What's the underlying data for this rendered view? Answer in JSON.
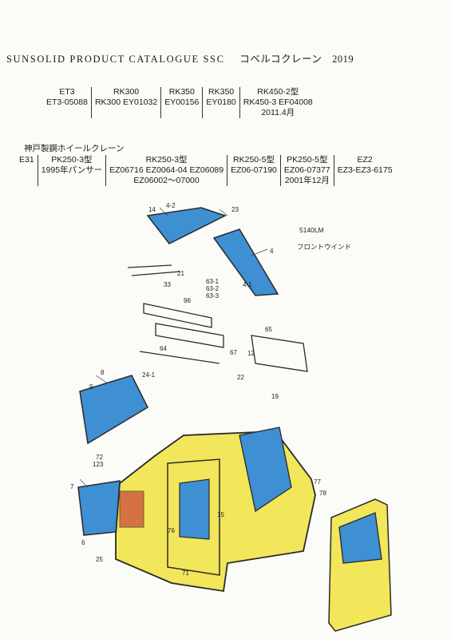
{
  "header": {
    "title": "SUNSOLID PRODUCT CATALOGUE SSC",
    "brand_jp": "コベルコクレーン",
    "year": "2019"
  },
  "table1": [
    {
      "l1": "ET3",
      "l2": "ET3-05088",
      "l3": ""
    },
    {
      "l1": "RK300",
      "l2": "RK300 EY01032",
      "l3": ""
    },
    {
      "l1": "RK350",
      "l2": "EY00156",
      "l3": ""
    },
    {
      "l1": "RK350",
      "l2": "EY0180",
      "l3": ""
    },
    {
      "l1": "RK450-2型",
      "l2": "RK450-3 EF04008",
      "l3": "2011.4月"
    }
  ],
  "maker": "神戸製鋼ホイールクレーン",
  "table2": [
    {
      "l1": "E31",
      "l2": "",
      "l3": ""
    },
    {
      "l1": "PK250-3型",
      "l2": "1995年パンサー",
      "l3": ""
    },
    {
      "l1": "RK250-3型",
      "l2": "EZ06716  EZ0064-04  EZ06089",
      "l3": "EZ06002～07000"
    },
    {
      "l1": "RK250-5型",
      "l2": "EZ06-07190",
      "l3": ""
    },
    {
      "l1": "PK250-5型",
      "l2": "EZ06-07377",
      "l3": "2001年12月"
    },
    {
      "l1": "EZ2",
      "l2": "EZ3-EZ3-6175",
      "l3": ""
    }
  ],
  "diagram": {
    "part_code": "5140LM",
    "part_name": "フロントウインド",
    "labels": [
      "14",
      "4-2",
      "23",
      "4",
      "4-1",
      "33",
      "21",
      "63-1",
      "63-2",
      "63-3",
      "65",
      "12",
      "64",
      "67",
      "96",
      "24-1",
      "22",
      "19",
      "8",
      "9",
      "78",
      "72",
      "123",
      "7",
      "6",
      "25",
      "77",
      "76",
      "71",
      "15"
    ]
  },
  "colors": {
    "glass": "#3f8fd3",
    "cab": "#f2e65a",
    "outline": "#2a2a2a",
    "red": "#c8423a"
  }
}
